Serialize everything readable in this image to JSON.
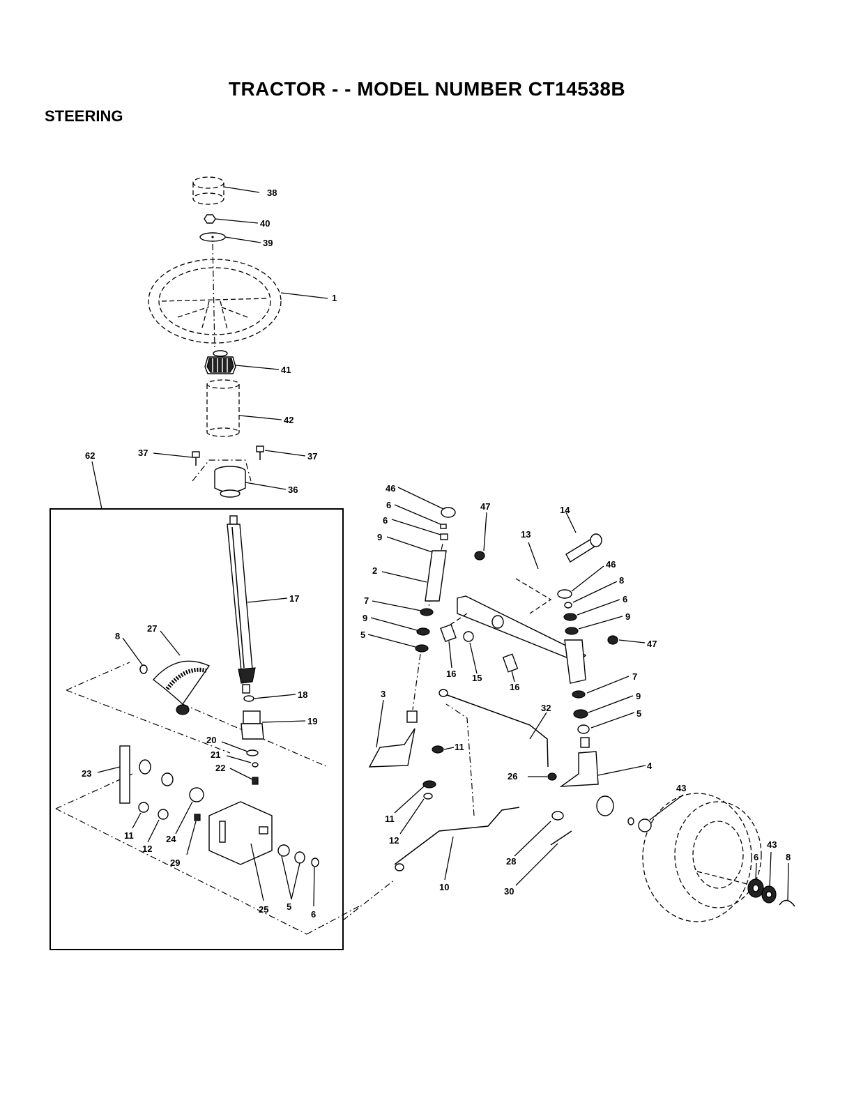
{
  "header": {
    "title": "TRACTOR - - MODEL NUMBER CT14538B",
    "section": "STEERING"
  },
  "callouts": {
    "c38": "38",
    "c40": "40",
    "c39": "39",
    "c1": "1",
    "c41": "41",
    "c42": "42",
    "c62": "62",
    "c37a": "37",
    "c37b": "37",
    "c36": "36",
    "c17": "17",
    "c8a": "8",
    "c27": "27",
    "c18": "18",
    "c19": "19",
    "c20": "20",
    "c21": "21",
    "c22": "22",
    "c23": "23",
    "c11a": "11",
    "c12a": "12",
    "c24": "24",
    "c29": "29",
    "c25": "25",
    "c5a": "5",
    "c6a": "6",
    "c46a": "46",
    "c6b": "6",
    "c6c": "6",
    "c9a": "9",
    "c2": "2",
    "c7a": "7",
    "c9b": "9",
    "c5b": "5",
    "c47a": "47",
    "c14": "14",
    "c13": "13",
    "c46b": "46",
    "c8b": "8",
    "c6d": "6",
    "c9c": "9",
    "c47b": "47",
    "c16a": "16",
    "c15": "15",
    "c16b": "16",
    "c3": "3",
    "c32": "32",
    "c7b": "7",
    "c9d": "9",
    "c5c": "5",
    "c11b": "11",
    "c4": "4",
    "c26": "26",
    "c11c": "11",
    "c12b": "12",
    "c10": "10",
    "c28": "28",
    "c30": "30",
    "c43a": "43",
    "c6e": "6",
    "c43b": "43",
    "c8c": "8"
  }
}
